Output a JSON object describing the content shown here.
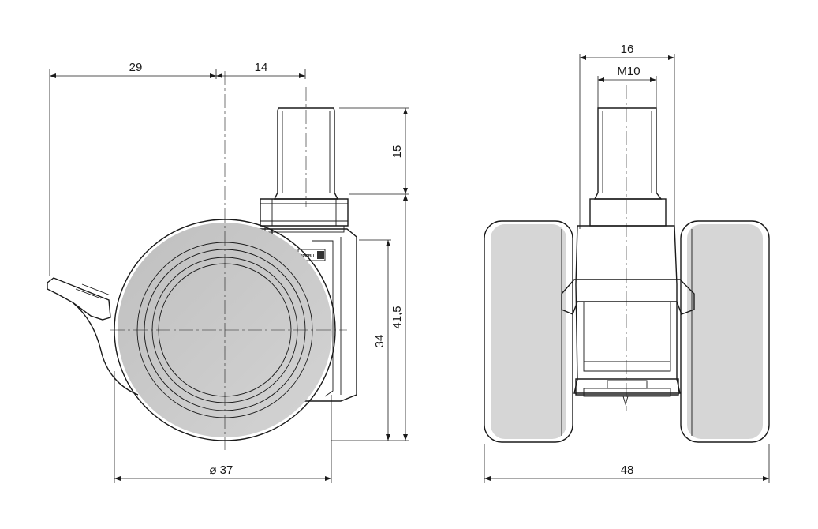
{
  "dimensions": {
    "side_view": {
      "offset_left": "29",
      "offset_right": "14",
      "stem_height": "15",
      "total_height": "41,5",
      "wheel_height": "34",
      "wheel_diameter": "37",
      "diameter_symbol": "⌀"
    },
    "front_view": {
      "stem_width": "16",
      "thread_size": "M10",
      "total_width": "48"
    }
  },
  "logo": {
    "text": "PROBU"
  }
}
